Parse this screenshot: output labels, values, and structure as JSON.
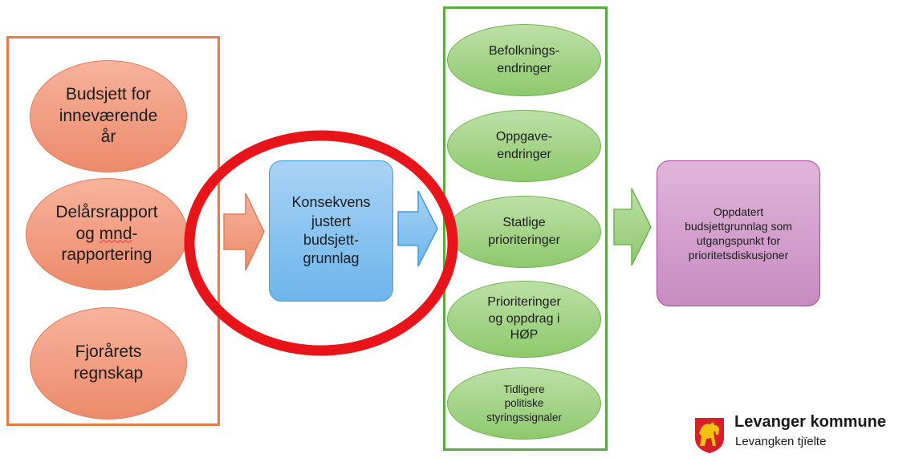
{
  "inputs": {
    "items": [
      {
        "label": "Budsjett for\ninneværende\når"
      },
      {
        "label_part1": "Delårsrapport\nog ",
        "label_part2": "mnd",
        "label_part3": "-\nrapportering"
      },
      {
        "label": "Fjorårets\nregnskap"
      }
    ]
  },
  "center": {
    "label": "Konsekvens\njustert\nbudsjett-\ngrunnlag"
  },
  "factors": {
    "items": [
      {
        "label": "Befolknings-\nendringer"
      },
      {
        "label": "Oppgave-\nendringer"
      },
      {
        "label": "Statlige\nprioriteringer"
      },
      {
        "label": "Prioriteringer\nog oppdrag i\nHØP"
      },
      {
        "label": "Tidligere\npolitiske\nstyringssignaler"
      }
    ]
  },
  "output": {
    "label": "Oppdatert\nbudsjettgrunnlag som\nutgangspunkt for\nprioritetsdiskusjoner"
  },
  "logo": {
    "title": "Levanger kommune",
    "subtitle": "Levangken tjïelte"
  },
  "colors": {
    "orange_frame": "#e8793f",
    "orange_fill": "#ef9477",
    "blue_fill": "#8cc4f1",
    "green_frame": "#57ad3e",
    "green_fill": "#a6d58a",
    "purple_fill": "#d3a0cd",
    "highlight_circle": "#e8141a",
    "logo_red": "#d61f26",
    "logo_yellow": "#f4c20d"
  }
}
